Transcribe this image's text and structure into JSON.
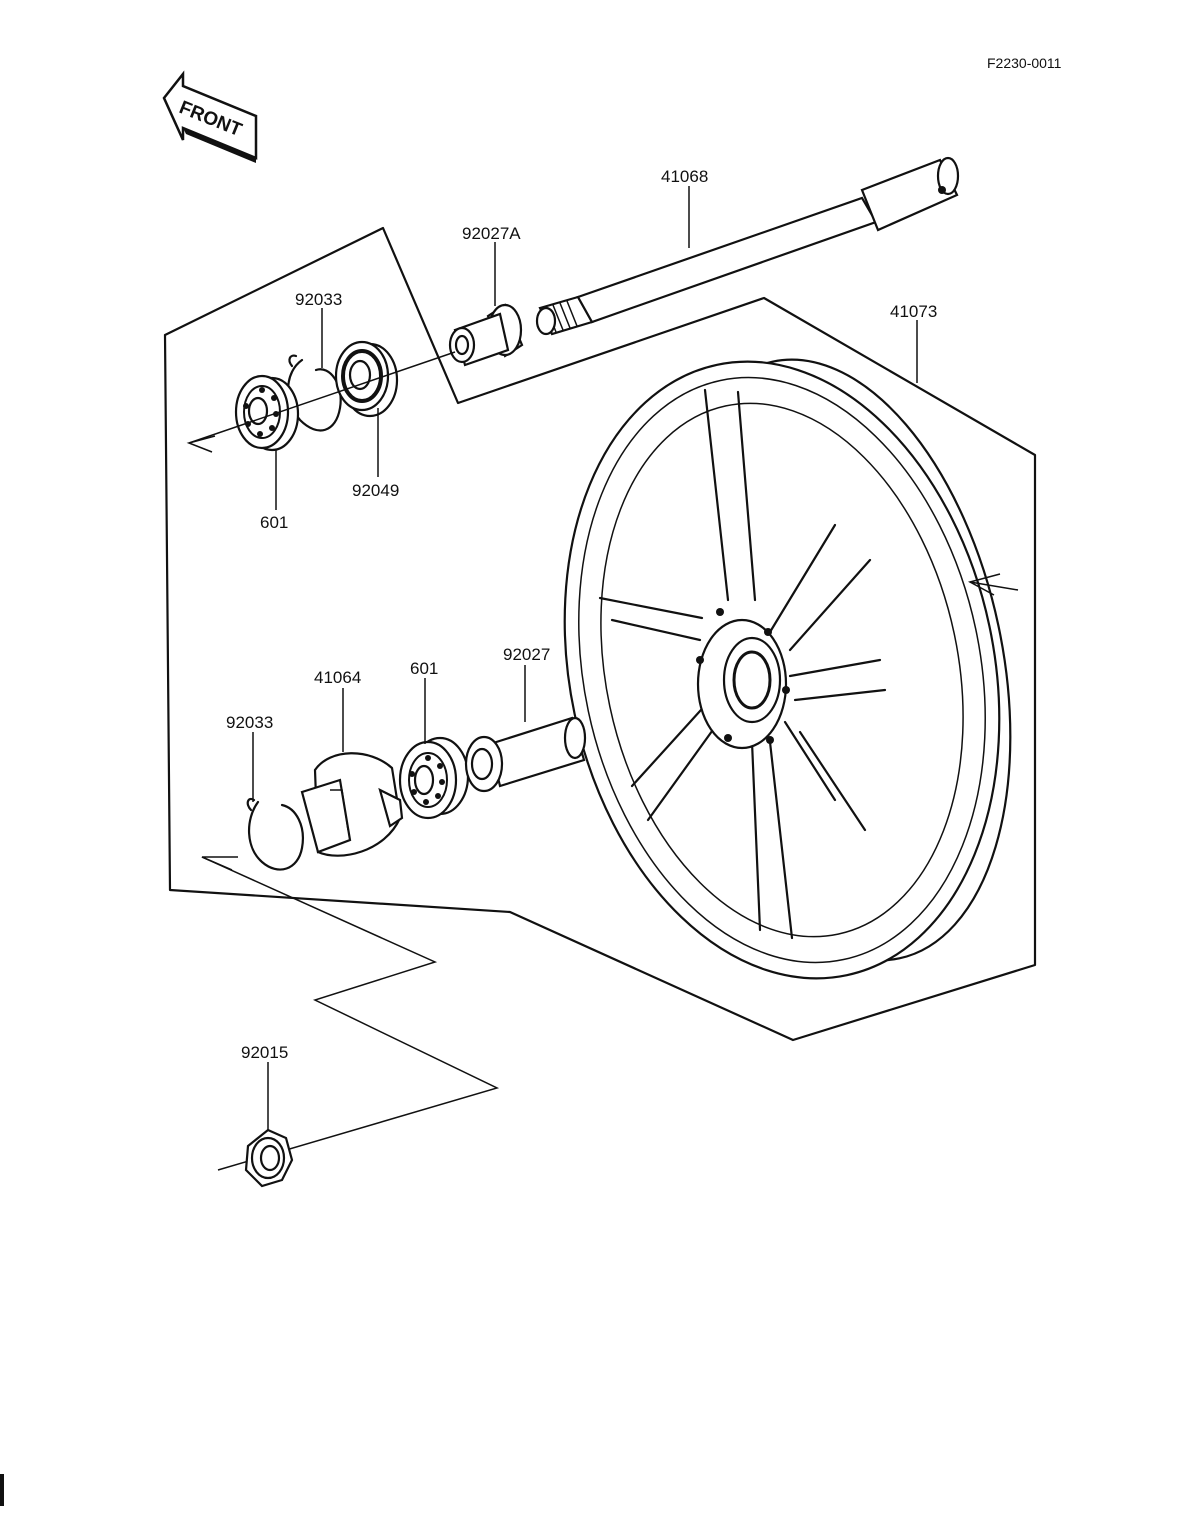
{
  "diagram": {
    "figure_code": "F2230-0011",
    "front_label": "FRONT",
    "parts": {
      "axle": "41068",
      "axle_collar_left": "92027A",
      "wheel": "41073",
      "circlip_top": "92033",
      "oil_seal": "92049",
      "bearing_top": "601",
      "gear_housing": "41064",
      "bearing_bottom": "601",
      "collar_right": "92027",
      "circlip_bottom": "92033",
      "axle_nut": "92015"
    }
  }
}
